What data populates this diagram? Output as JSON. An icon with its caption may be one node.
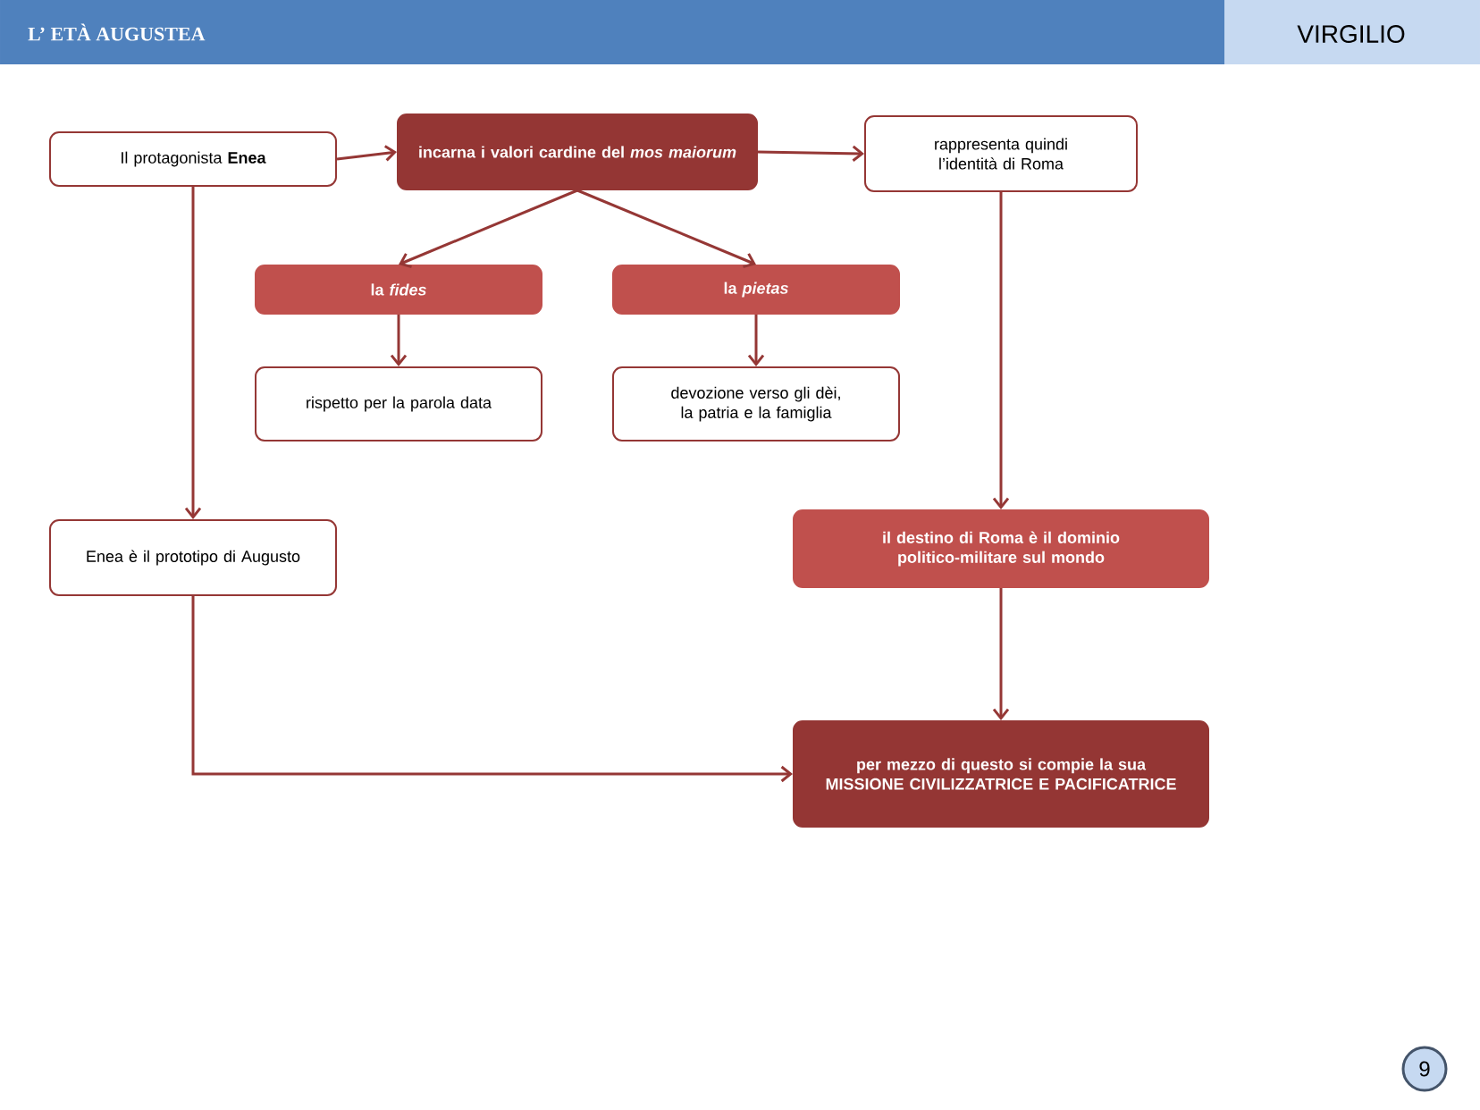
{
  "diagram": {
    "title": "L’ ETÀ AUGUSTEA",
    "nodes": [
      {
        "text": [
          "Il protagonista **Enea**"
        ]
      },
      {
        "text": [
          "incarna i valori cardine del *mos maiorum*"
        ]
      },
      {
        "text": [
          "rappresenta quindi l’identità di Roma"
        ]
      },
      {
        "text": [
          "la *fides*"
        ]
      },
      {
        "text": [
          "la *pietas*"
        ]
      },
      {
        "text": [
          "rispetto per la parola data"
        ]
      },
      {
        "text": [
          "devozione verso gli dèi, la patria e la famiglia"
        ]
      },
      {
        "text": [
          "Enea è il prototipo di Augusto"
        ]
      },
      {
        "text": [
          "il destino di Roma è il dominio politico-militare sul mondo"
        ]
      },
      {
        "text": [
          "per mezzo di questo si compie la sua MISSIONE CIVILIZZATRICE E PACIFICATRICE"
        ]
      }
    ],
    "edges": [
      {
        "from": 0,
        "to": 1,
        "arrow": "to"
      },
      {
        "from": 1,
        "to": 2,
        "arrow": "to"
      },
      {
        "from": 1,
        "to": 3,
        "arrow": "to"
      },
      {
        "from": 1,
        "to": 4,
        "arrow": "to"
      },
      {
        "from": 3,
        "to": 5,
        "arrow": "to"
      },
      {
        "from": 4,
        "to": 6,
        "arrow": "to"
      },
      {
        "from": 0,
        "to": 7,
        "arrow": "to"
      },
      {
        "from": 2,
        "to": 8,
        "arrow": "to"
      },
      {
        "from": 8,
        "to": 9,
        "arrow": "to"
      },
      {
        "from": 7,
        "to": 9,
        "arrow": "to"
      }
    ],
    "labels": [
      "VIRGILIO",
      "9"
    ]
  }
}
